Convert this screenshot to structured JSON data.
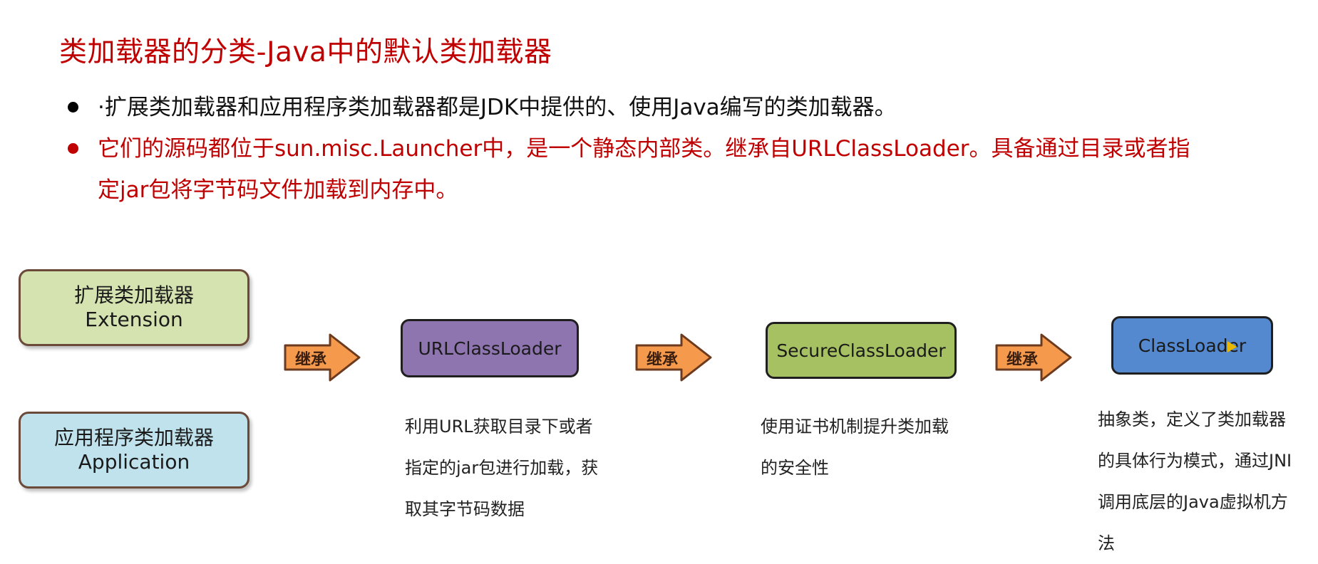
{
  "title": "类加载器的分类-Java中的默认类加载器",
  "bullets": [
    {
      "text": "·扩展类加载器和应用程序类加载器都是JDK中提供的、使用Java编写的类加载器。"
    },
    {
      "text": "它们的源码都位于sun.misc.Launcher中，是一个静态内部类。继承自URLClassLoader。具备通过目录或者指定jar包将字节码文件加载到内存中。"
    }
  ],
  "loaders": {
    "extension": {
      "cn": "扩展类加载器",
      "en": "Extension"
    },
    "application": {
      "cn": "应用程序类加载器",
      "en": "Application"
    }
  },
  "chain": {
    "url": {
      "label": "URLClassLoader",
      "desc": "利用URL获取目录下或者\n指定的jar包进行加载，获\n取其字节码数据"
    },
    "secure": {
      "label": "SecureClassLoader",
      "desc": "使用证书机制提升类加载\n的安全性"
    },
    "classloader": {
      "label": "ClassLoader",
      "desc": "抽象类，定义了类加载器\n的具体行为模式，通过JNI\n调用底层的Java虚拟机方\n法"
    }
  },
  "arrows": {
    "label": "继承"
  },
  "colors": {
    "title": "#c00000",
    "extension_box": "#d5e3b0",
    "application_box": "#bfe2ec",
    "url_box": "#8f75b0",
    "secure_box": "#a6c162",
    "classloader_box": "#5589cf",
    "arrow_fill": "#f59a4c"
  }
}
